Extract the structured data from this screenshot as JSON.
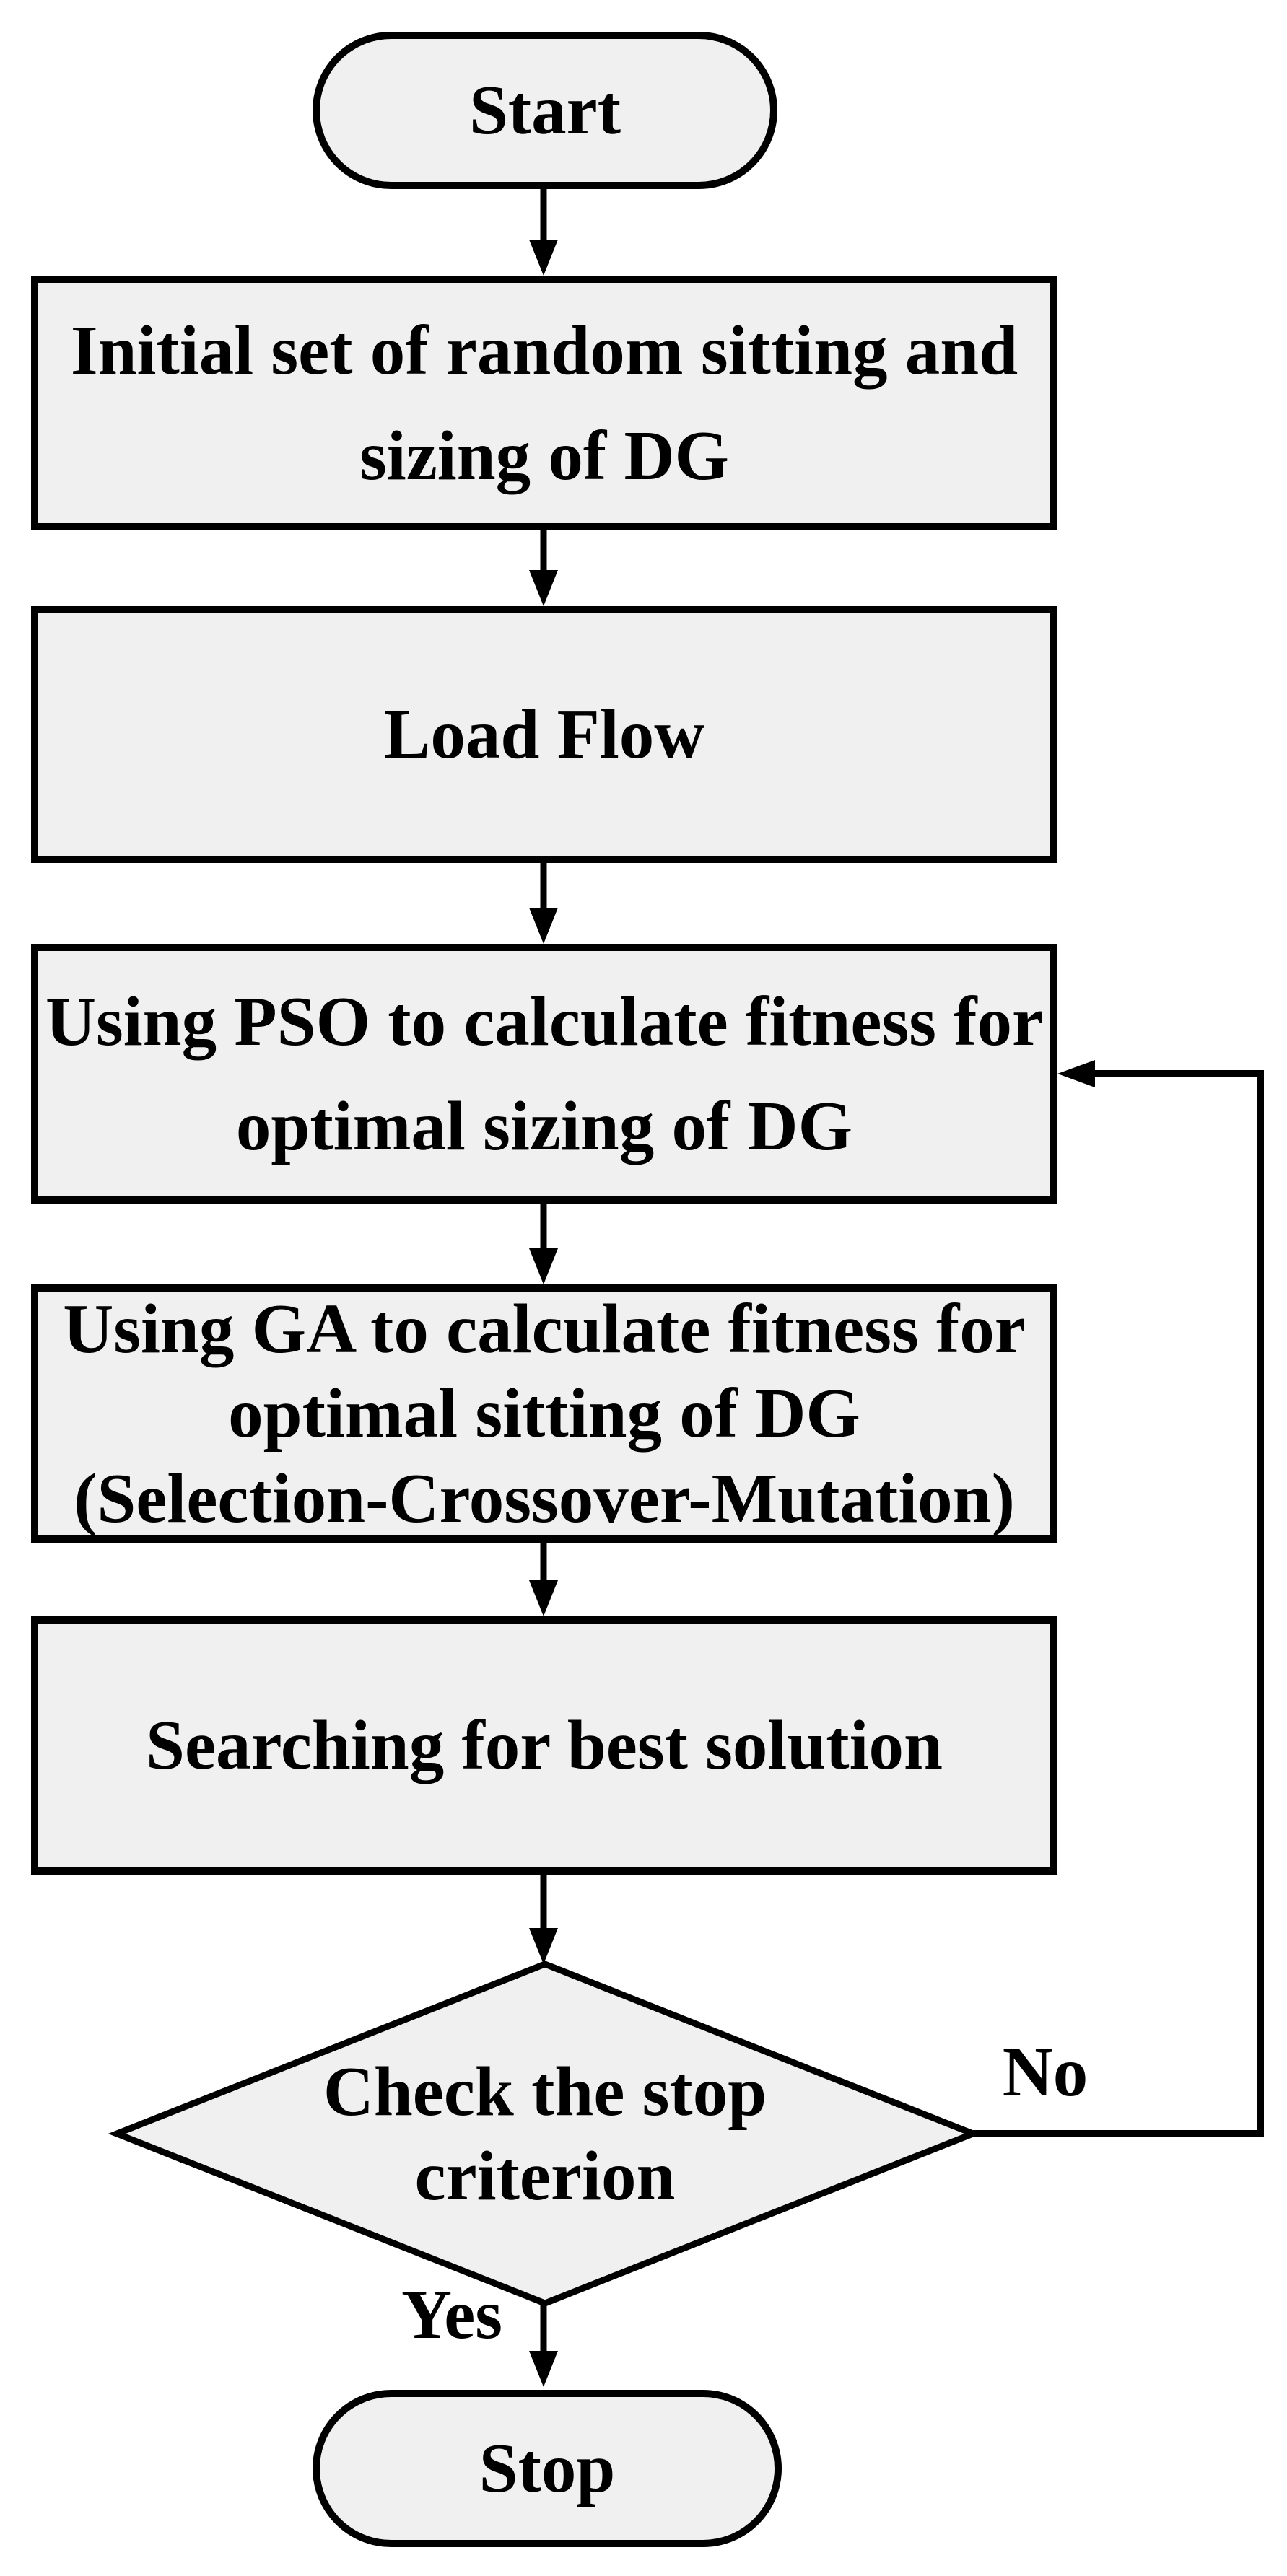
{
  "flowchart": {
    "nodes": [
      {
        "id": "start",
        "type": "terminator",
        "label": "Start"
      },
      {
        "id": "init",
        "type": "process",
        "label": "Initial set of random sitting and\nsizing of DG"
      },
      {
        "id": "load-flow",
        "type": "process",
        "label": "Load Flow"
      },
      {
        "id": "pso",
        "type": "process",
        "label": "Using PSO to calculate fitness for\noptimal sizing of DG"
      },
      {
        "id": "ga",
        "type": "process",
        "label": "Using GA to calculate fitness for\noptimal sitting of DG\n(Selection-Crossover-Mutation)"
      },
      {
        "id": "search",
        "type": "process",
        "label": "Searching for best solution"
      },
      {
        "id": "decision",
        "type": "decision",
        "label": "Check the stop\ncriterion"
      },
      {
        "id": "stop",
        "type": "terminator",
        "label": "Stop"
      }
    ],
    "edge_labels": {
      "no": "No",
      "yes": "Yes"
    },
    "colors": {
      "shape_fill": "#f0f0f0",
      "shape_border": "#000000",
      "text": "#000000",
      "background": "#ffffff"
    }
  }
}
